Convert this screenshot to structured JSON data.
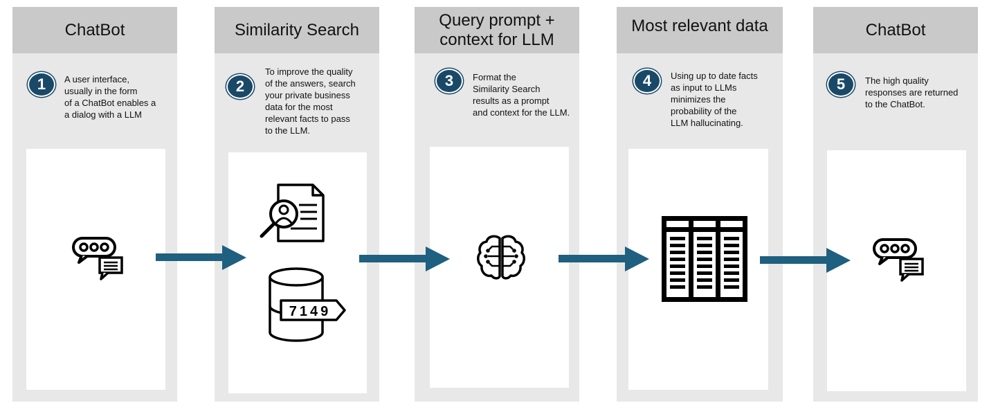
{
  "steps": [
    {
      "number": "1",
      "title": "ChatBot",
      "text": "A user interface,\nusually in the form\nof a ChatBot enables a\na dialog  with a LLM",
      "icon": "chat-bubbles-icon"
    },
    {
      "number": "2",
      "title": "Similarity Search",
      "text": "To improve the quality\nof the answers, search\nyour private business\ndata for the most\nrelevant facts to pass\nto the LLM.",
      "icon": "document-search-icon",
      "icon2": "database-vector-icon",
      "db_label": "7149"
    },
    {
      "number": "3",
      "title": "Query prompt +\ncontext for LLM",
      "text": "Format the\nSimilarity Search\nresults as a prompt\nand context for the LLM.",
      "icon": "brain-circuit-icon"
    },
    {
      "number": "4",
      "title": "Most relevant data",
      "text": "Using up to date facts\nas input to LLMs\nminimizes the\nprobability of the\nLLM hallucinating.",
      "icon": "data-table-icon"
    },
    {
      "number": "5",
      "title": "ChatBot",
      "text": "The high quality\nresponses are returned\nto the ChatBot.",
      "icon": "chat-bubbles-icon"
    }
  ],
  "colors": {
    "arrow": "#1f5f7f",
    "badge": "#1a4968",
    "header": "#c9c9c9",
    "column": "#e8e8e8"
  }
}
